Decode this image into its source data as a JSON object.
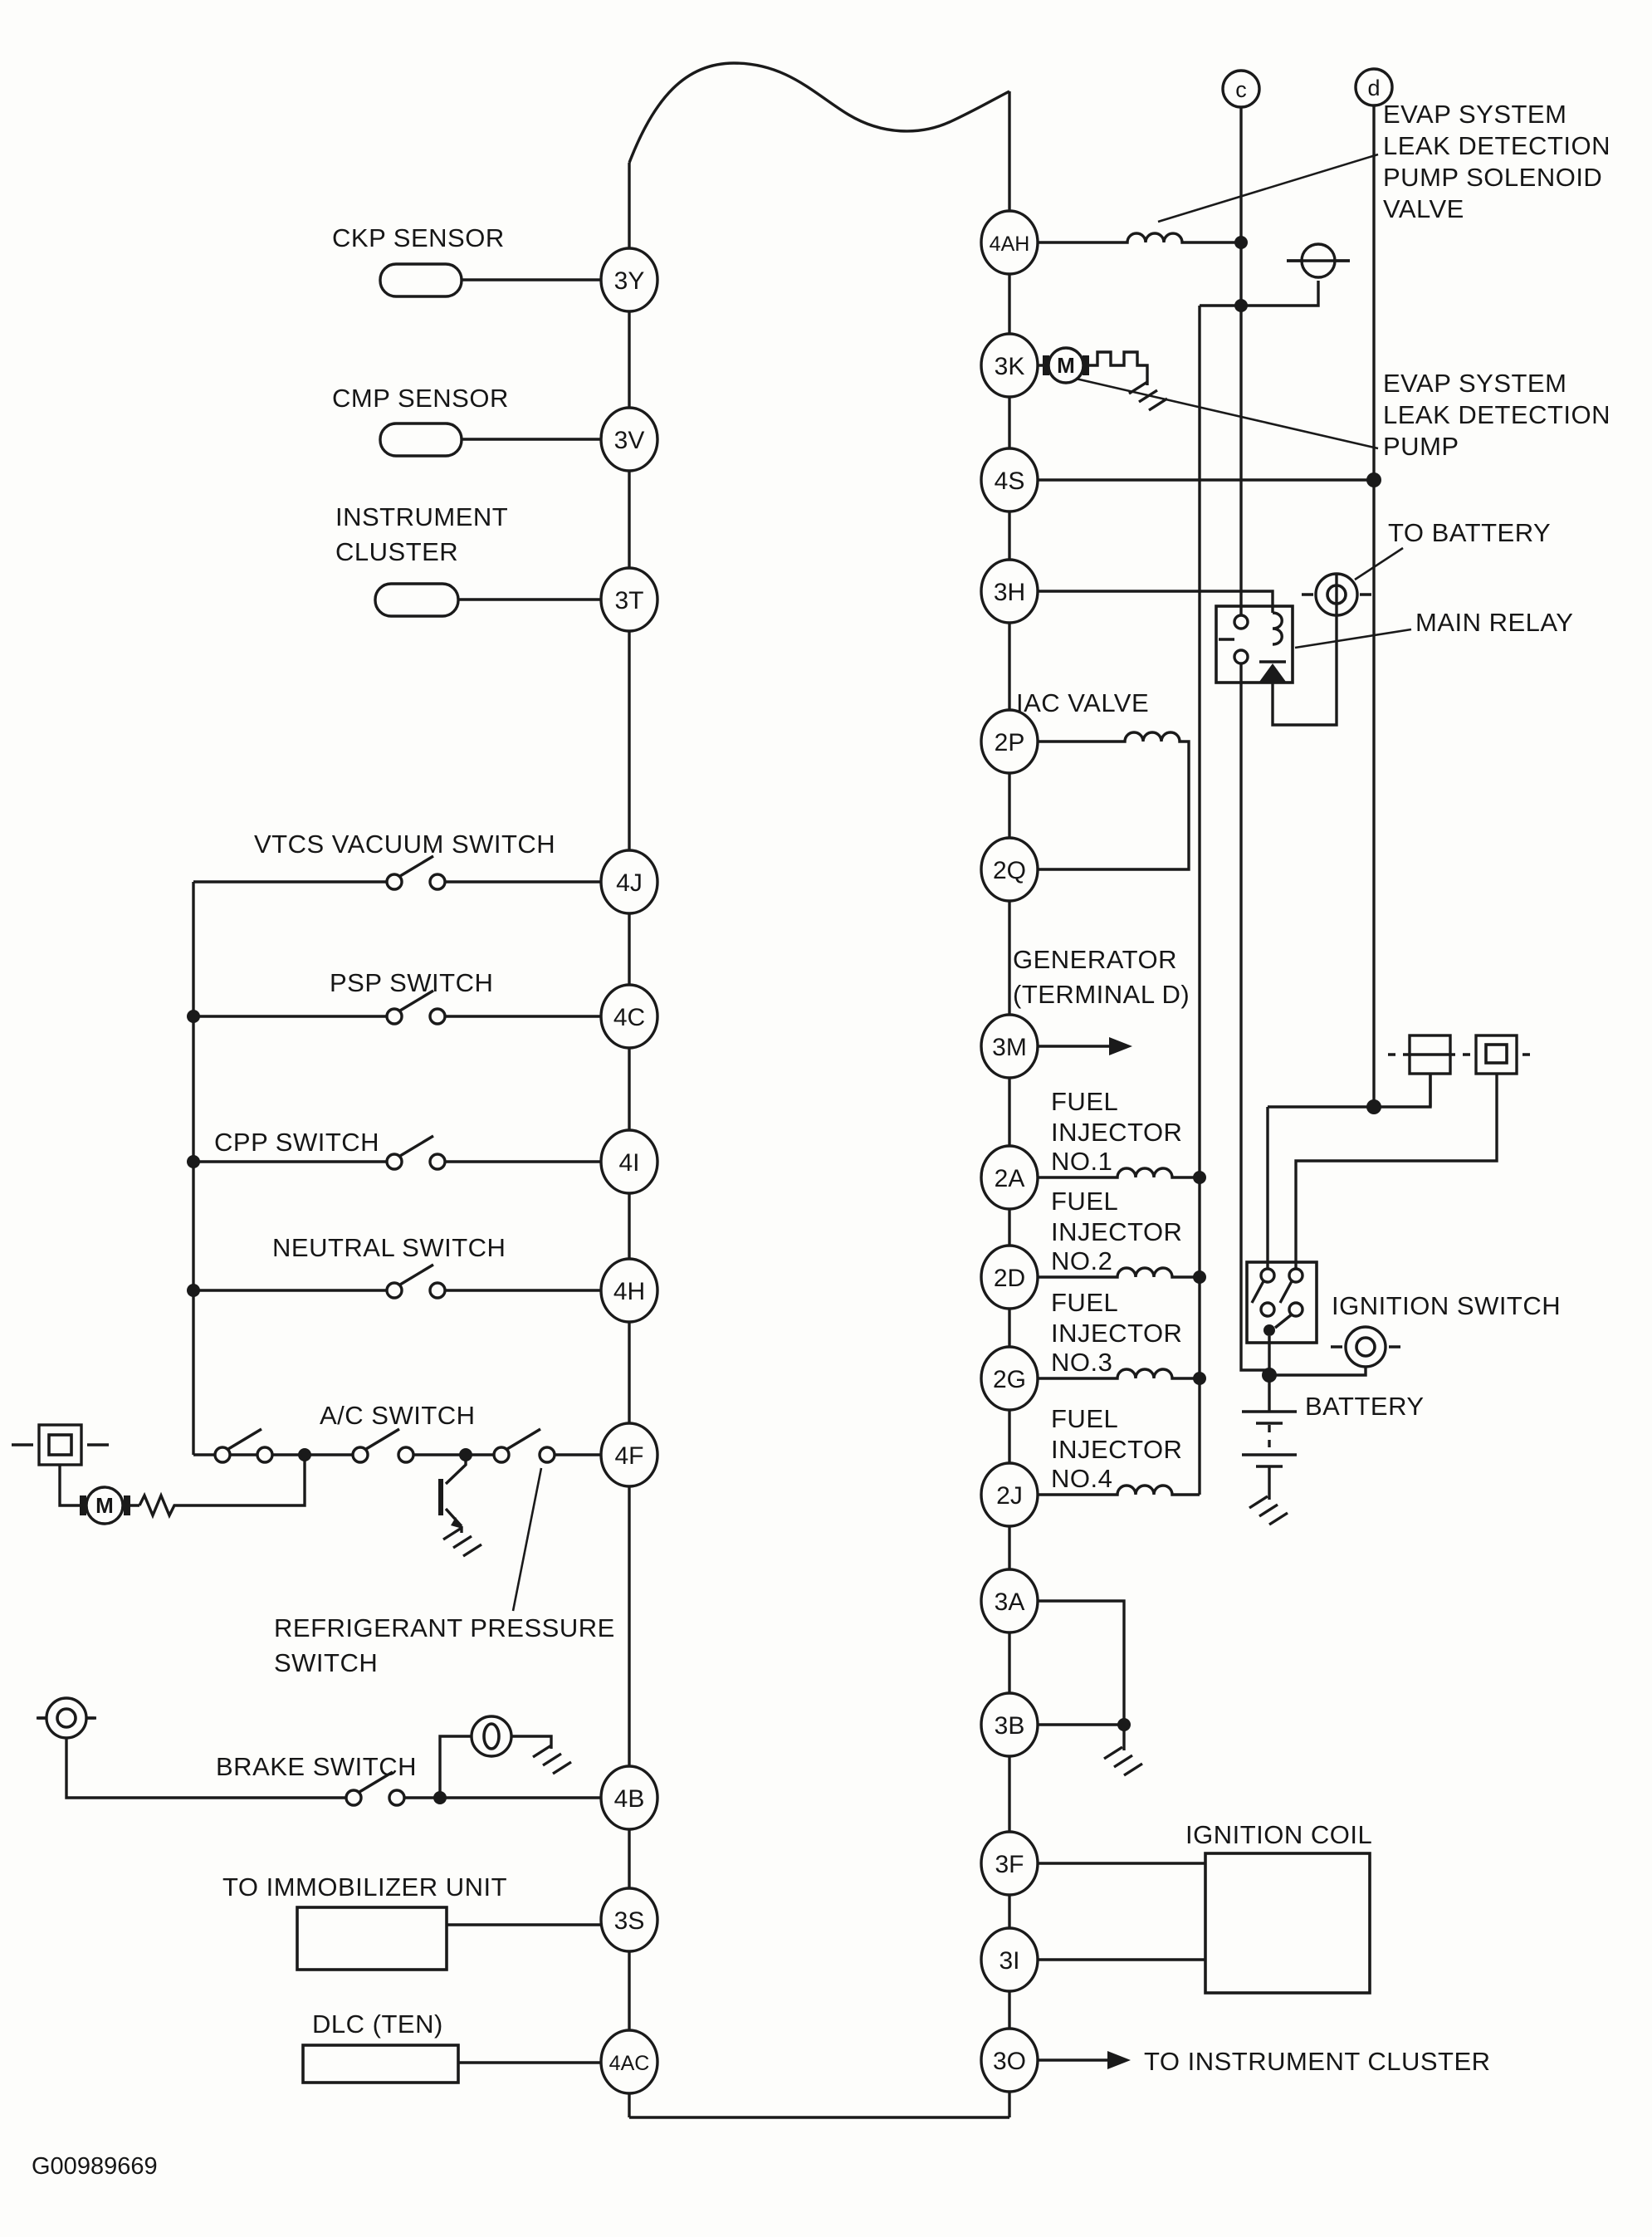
{
  "page_code": "G00989669",
  "connectors": {
    "c": "c",
    "d": "d"
  },
  "pins_left": [
    "3Y",
    "3V",
    "3T",
    "4J",
    "4C",
    "4I",
    "4H",
    "4F",
    "4B",
    "3S",
    "4AC"
  ],
  "pins_right": [
    "4AH",
    "3K",
    "4S",
    "3H",
    "2P",
    "2Q",
    "3M",
    "2A",
    "2D",
    "2G",
    "2J",
    "3A",
    "3B",
    "3F",
    "3I",
    "3O"
  ],
  "labels": {
    "ckp_sensor": "CKP SENSOR",
    "cmp_sensor": "CMP SENSOR",
    "instrument_l1": "INSTRUMENT",
    "instrument_l2": "CLUSTER",
    "vtcs": "VTCS VACUUM SWITCH",
    "psp": "PSP SWITCH",
    "cpp": "CPP SWITCH",
    "neutral": "NEUTRAL SWITCH",
    "ac": "A/C SWITCH",
    "refrigerant_l1": "REFRIGERANT PRESSURE",
    "refrigerant_l2": "SWITCH",
    "brake": "BRAKE SWITCH",
    "immobilizer": "TO IMMOBILIZER UNIT",
    "dlc": "DLC (TEN)",
    "iac": "IAC VALVE",
    "generator_l1": "GENERATOR",
    "generator_l2": "(TERMINAL D)",
    "evap_valve_l1": "EVAP SYSTEM",
    "evap_valve_l2": "LEAK DETECTION",
    "evap_valve_l3": "PUMP SOLENOID",
    "evap_valve_l4": "VALVE",
    "evap_pump_l1": "EVAP SYSTEM",
    "evap_pump_l2": "LEAK DETECTION",
    "evap_pump_l3": "PUMP",
    "to_battery": "TO BATTERY",
    "main_relay": "MAIN RELAY",
    "ignition_switch": "IGNITION SWITCH",
    "battery": "BATTERY",
    "ignition_coil": "IGNITION COIL",
    "to_instrument_cluster": "TO INSTRUMENT CLUSTER",
    "motor": "M"
  },
  "injectors": [
    {
      "l1": "FUEL",
      "l2": "INJECTOR",
      "l3": "NO.1"
    },
    {
      "l1": "FUEL",
      "l2": "INJECTOR",
      "l3": "NO.2"
    },
    {
      "l1": "FUEL",
      "l2": "INJECTOR",
      "l3": "NO.3"
    },
    {
      "l1": "FUEL",
      "l2": "INJECTOR",
      "l3": "NO.4"
    }
  ]
}
